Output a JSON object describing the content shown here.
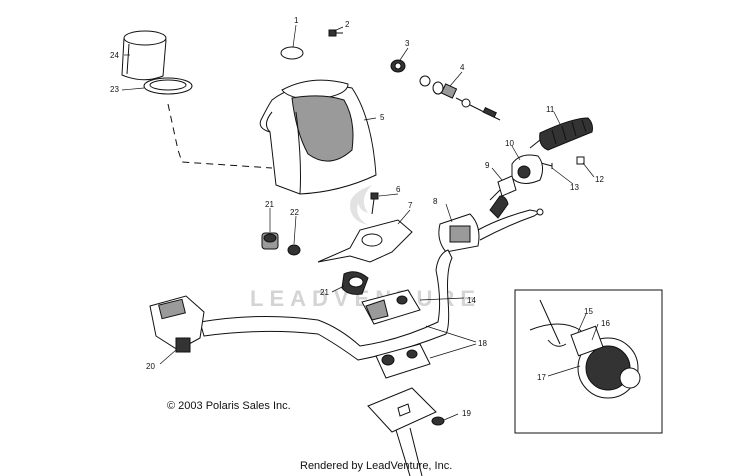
{
  "watermark": "LEADVENTURE",
  "copyright": "© 2003 Polaris Sales Inc.",
  "rendered_by": "Rendered by LeadVenture, Inc.",
  "callouts": [
    "1",
    "2",
    "3",
    "4",
    "5",
    "6",
    "7",
    "8",
    "9",
    "10",
    "11",
    "12",
    "13",
    "14",
    "15",
    "16",
    "17",
    "18",
    "19",
    "20",
    "21",
    "21",
    "22",
    "23",
    "24"
  ]
}
